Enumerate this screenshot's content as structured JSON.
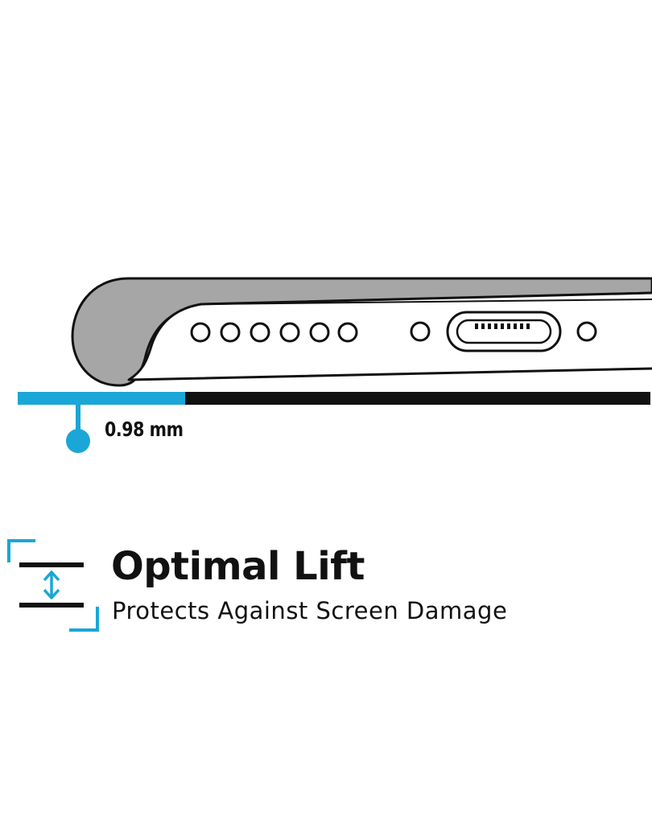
{
  "measurement": {
    "label": "0.98 mm"
  },
  "feature": {
    "title": "Optimal Lift",
    "subtitle": "Protects Against Screen Damage"
  },
  "colors": {
    "accent": "#1aa6d6",
    "ink": "#111111",
    "case_gray": "#a6a6a6",
    "background": "#ffffff"
  },
  "icons": [
    "phone-case-edge-illustration",
    "lift-arrows-icon"
  ]
}
